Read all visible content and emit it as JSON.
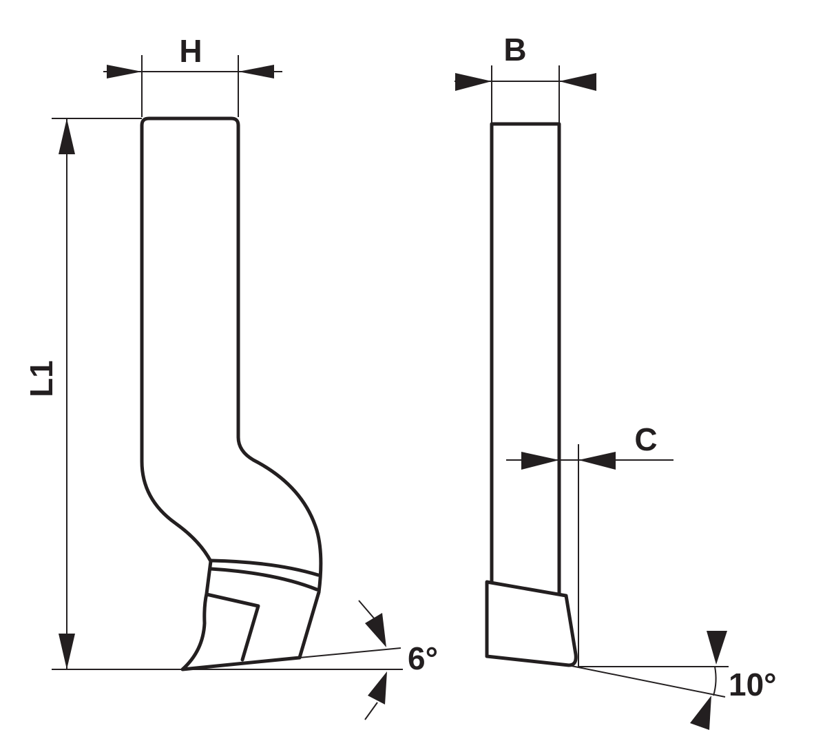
{
  "labels": {
    "height": "H",
    "width": "B",
    "length": "L1",
    "offset": "C",
    "angle_front": "6°",
    "angle_side": "10°"
  },
  "colors": {
    "line": "#231f20",
    "background": "#ffffff"
  }
}
